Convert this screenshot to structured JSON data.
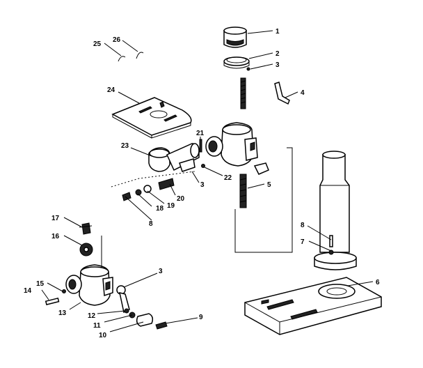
{
  "diagram": {
    "labels": [
      {
        "id": "1",
        "text": "1"
      },
      {
        "id": "2",
        "text": "2"
      },
      {
        "id": "3a",
        "text": "3"
      },
      {
        "id": "4",
        "text": "4"
      },
      {
        "id": "5",
        "text": "5"
      },
      {
        "id": "6",
        "text": "6"
      },
      {
        "id": "7",
        "text": "7"
      },
      {
        "id": "8a",
        "text": "8"
      },
      {
        "id": "9",
        "text": "9"
      },
      {
        "id": "10",
        "text": "10"
      },
      {
        "id": "11",
        "text": "11"
      },
      {
        "id": "12",
        "text": "12"
      },
      {
        "id": "13",
        "text": "13"
      },
      {
        "id": "14",
        "text": "14"
      },
      {
        "id": "15",
        "text": "15"
      },
      {
        "id": "16",
        "text": "16"
      },
      {
        "id": "17",
        "text": "17"
      },
      {
        "id": "18",
        "text": "18"
      },
      {
        "id": "19",
        "text": "19"
      },
      {
        "id": "20",
        "text": "20"
      },
      {
        "id": "21",
        "text": "21"
      },
      {
        "id": "22",
        "text": "22"
      },
      {
        "id": "23",
        "text": "23"
      },
      {
        "id": "24",
        "text": "24"
      },
      {
        "id": "25",
        "text": "25"
      },
      {
        "id": "26",
        "text": "26"
      },
      {
        "id": "3b",
        "text": "3"
      },
      {
        "id": "8b",
        "text": "8"
      },
      {
        "id": "3c",
        "text": "3"
      }
    ]
  }
}
